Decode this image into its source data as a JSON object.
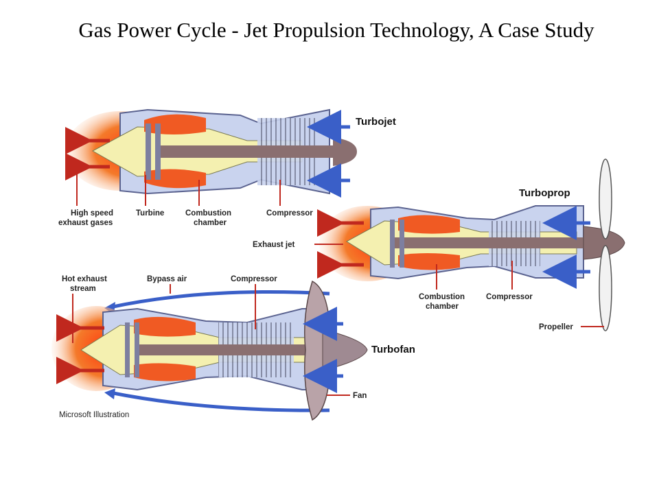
{
  "title": "Gas Power Cycle - Jet Propulsion Technology, A Case Study",
  "engines": {
    "turbojet": {
      "name": "Turbojet",
      "labels": {
        "exhaust": [
          "High speed",
          "exhaust gases"
        ],
        "turbine": "Turbine",
        "combustion": [
          "Combustion",
          "chamber"
        ],
        "compressor": "Compressor"
      }
    },
    "turboprop": {
      "name": "Turboprop",
      "labels": {
        "exhaust_jet": "Exhaust jet",
        "combustion": [
          "Combustion",
          "chamber"
        ],
        "compressor": "Compressor",
        "propeller": "Propeller"
      }
    },
    "turbofan": {
      "name": "Turbofan",
      "labels": {
        "hot_exhaust": [
          "Hot exhaust",
          "stream"
        ],
        "bypass_air": "Bypass air",
        "compressor": "Compressor",
        "fan": "Fan"
      }
    }
  },
  "credit": "Microsoft Illustration",
  "colors": {
    "casing": "#c9d3ee",
    "core": "#f4f0b0",
    "shaft": "#8a6f70",
    "flame": "#f05a23",
    "airflow": "#3a5fc8",
    "leader": "#c0281e"
  }
}
